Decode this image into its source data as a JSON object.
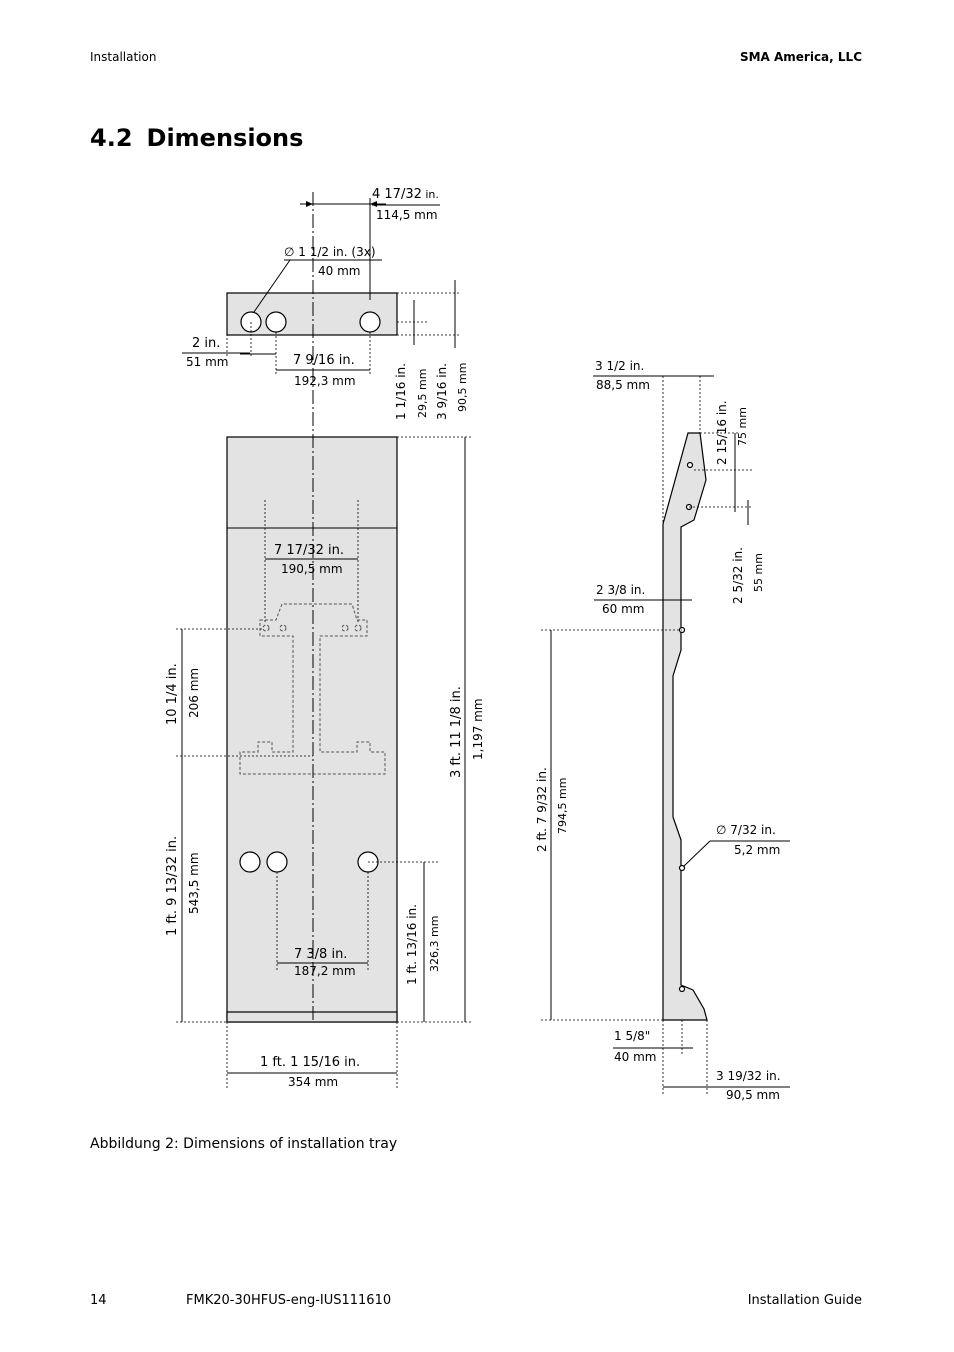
{
  "header": {
    "section": "Installation",
    "company": "SMA America, LLC"
  },
  "section": {
    "number": "4.2",
    "title": "Dimensions"
  },
  "dims": {
    "top_width_in_a": "4 17/32",
    "top_width_in_b": " in.",
    "top_width_mm": "114,5 mm",
    "hole_dia_in": "∅ 1 1/2 in. (3x)",
    "hole_dia_mm": "40 mm",
    "edge_in": "2 in.",
    "edge_mm": "51 mm",
    "hole_spacing_in": "7 9/16 in.",
    "hole_spacing_mm": "192,3 mm",
    "bracket_h1_in": "1 1/16 in.",
    "bracket_h1_mm": "29,5 mm",
    "bracket_h2_in": "3 9/16 in.",
    "bracket_h2_mm": "90,5 mm",
    "inner_w_in": "7 17/32 in.",
    "inner_w_mm": "190,5 mm",
    "upper_h_in": "10 1/4 in.",
    "upper_h_mm": "206 mm",
    "total_h_in": "3 ft. 11 1/8 in.",
    "total_h_mm": "1,197 mm",
    "lower_h_in": "1 ft. 9 13/32 in.",
    "lower_h_mm": "543,5 mm",
    "bottom_hole_h_in": "1 ft. 13/16 in.",
    "bottom_hole_h_mm": "326,3 mm",
    "bottom_hole_sp_in": "7 3/8 in.",
    "bottom_hole_sp_mm": "187,2 mm",
    "total_w_in": "1 ft. 1 15/16 in.",
    "total_w_mm": "354 mm",
    "side_top_off_in": "3 1/2 in.",
    "side_top_off_mm": "88,5 mm",
    "side_tip_h_in": "2 15/16 in.",
    "side_tip_h_mm": "75 mm",
    "side_step_in": "2 5/32 in.",
    "side_step_mm": "55 mm",
    "side_depth_in": "2 3/8 in.",
    "side_depth_mm": "60 mm",
    "side_len_in": "2 ft. 7 9/32 in.",
    "side_len_mm": "794,5 mm",
    "small_hole_in": "∅ 7/32 in.",
    "small_hole_mm": "5,2 mm",
    "foot_in": "1 5/8\"",
    "foot_mm": "40 mm",
    "bottom_depth_in": "3 19/32 in.",
    "bottom_depth_mm": "90,5 mm"
  },
  "caption": "Abbildung 2: Dimensions of installation tray",
  "footer": {
    "page": "14",
    "doc_id": "FMK20-30HFUS-eng-IUS111610",
    "guide": "Installation Guide"
  }
}
